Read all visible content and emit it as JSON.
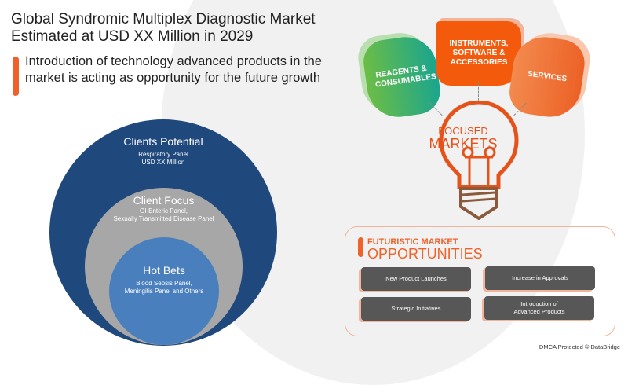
{
  "title": "Global Syndromic Multiplex Diagnostic Market Estimated at USD XX Million in 2029",
  "subtitle": "Introduction of technology advanced products in the market is acting as opportunity for the future growth",
  "circles": [
    {
      "heading": "Clients Potential",
      "line1": "Respiratory Panel",
      "line2": "USD XX Million"
    },
    {
      "heading": "Client Focus",
      "line1": "GI-Enteric Panel,",
      "line2": "Sexually Transmitted Disease Panel"
    },
    {
      "heading": "Hot Bets",
      "line1": "Blood Sepsis Panel,",
      "line2": "Meningitis Panel and Others"
    }
  ],
  "segments": [
    "REAGENTS & CONSUMABLES",
    "INSTRUMENTS, SOFTWARE & ACCESSORIES",
    "SERVICES"
  ],
  "focused": {
    "line1": "FOCUSED",
    "line2": "MARKETS"
  },
  "opportunities": {
    "line1": "FUTURISTIC MARKET",
    "line2": "OPPORTUNITIES",
    "items": [
      "New Product Launches",
      "Increase in Approvals",
      "Strategic Initiatives",
      "Introduction of Advanced Products"
    ]
  },
  "footer": "DMCA Protected © DataBridge"
}
